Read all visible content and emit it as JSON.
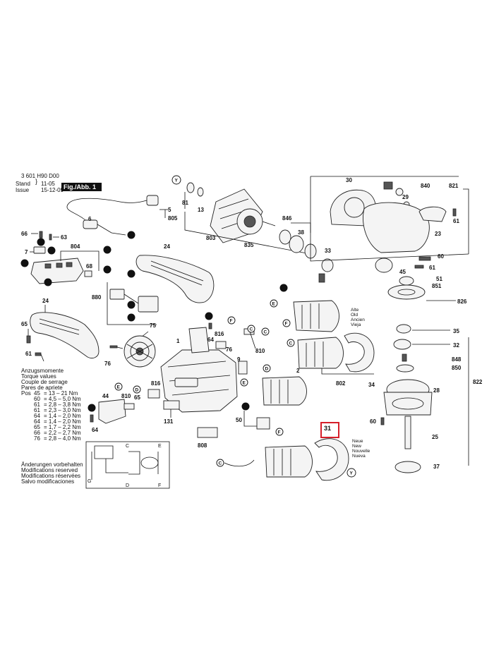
{
  "header": {
    "doc_number": "3 601 H90 D00",
    "stand_label": "Stand",
    "issue_label": "Issue",
    "date_1": "11-05",
    "date_2": "15-12-09",
    "figure_tag": "Fig./Abb. 1"
  },
  "torque_legend": {
    "lines": [
      "Anzugsmomente",
      "Torque values",
      "Couple de serrage",
      "Pares de apriete"
    ],
    "pos_label": "Pos",
    "rows": [
      {
        "pos": "45",
        "range": "= 13 – 21 Nm"
      },
      {
        "pos": "60",
        "range": "= 4,5 – 5,0 Nm"
      },
      {
        "pos": "61",
        "range": "= 2,8 – 3,8 Nm"
      },
      {
        "pos": "61",
        "range": "= 2,3 – 3,0 Nm"
      },
      {
        "pos": "64",
        "range": "= 1,4 – 2,0 Nm"
      },
      {
        "pos": "64",
        "range": "= 1,4 – 2,0 Nm"
      },
      {
        "pos": "65",
        "range": "= 1,7 – 2,2 Nm"
      },
      {
        "pos": "66",
        "range": "= 2,2 – 2,7 Nm"
      },
      {
        "pos": "76",
        "range": "= 2,8 – 4,0 Nm"
      }
    ]
  },
  "modification_note": [
    "Änderungen vorbehalten",
    "Modifications reserved",
    "Modifications réservées",
    "Salvo modificaciones"
  ],
  "old_labels": [
    "Alte",
    "Old",
    "Ancien",
    "Vieja"
  ],
  "new_labels": [
    "Neue",
    "New",
    "Nouvelle",
    "Nueva"
  ],
  "highlighted_part": "31",
  "highlight_color": "#d61f2a",
  "part_numbers": {
    "p1": "1",
    "p2": "2",
    "p5": "5",
    "p6": "6",
    "p7": "7",
    "p9": "9",
    "p13": "13",
    "p23": "23",
    "p24": "24",
    "p24b": "24",
    "p25": "25",
    "p28": "28",
    "p29": "29",
    "p30": "30",
    "p32": "32",
    "p33": "33",
    "p34": "34",
    "p35": "35",
    "p37": "37",
    "p38": "38",
    "p44": "44",
    "p45": "45",
    "p50": "50",
    "p51": "51",
    "p60": "60",
    "p60b": "60",
    "p61": "61",
    "p61b": "61",
    "p61c": "61",
    "p63": "63",
    "p64": "64",
    "p64b": "64",
    "p65": "65",
    "p66": "66",
    "p68": "68",
    "p75": "75",
    "p76": "76",
    "p76b": "76",
    "p81": "81",
    "p131": "131",
    "p802": "802",
    "p803": "803",
    "p804": "804",
    "p805": "805",
    "p808": "808",
    "p810": "810",
    "p810b": "810",
    "p816": "816",
    "p816b": "816",
    "p821": "821",
    "p822": "822",
    "p826": "826",
    "p835": "835",
    "p840": "840",
    "p846": "846",
    "p848": "848",
    "p850": "850",
    "p851": "851",
    "p880": "880"
  },
  "wiring_terminals": {
    "c": "C",
    "d": "D",
    "e": "E",
    "f": "F",
    "g": "G"
  }
}
